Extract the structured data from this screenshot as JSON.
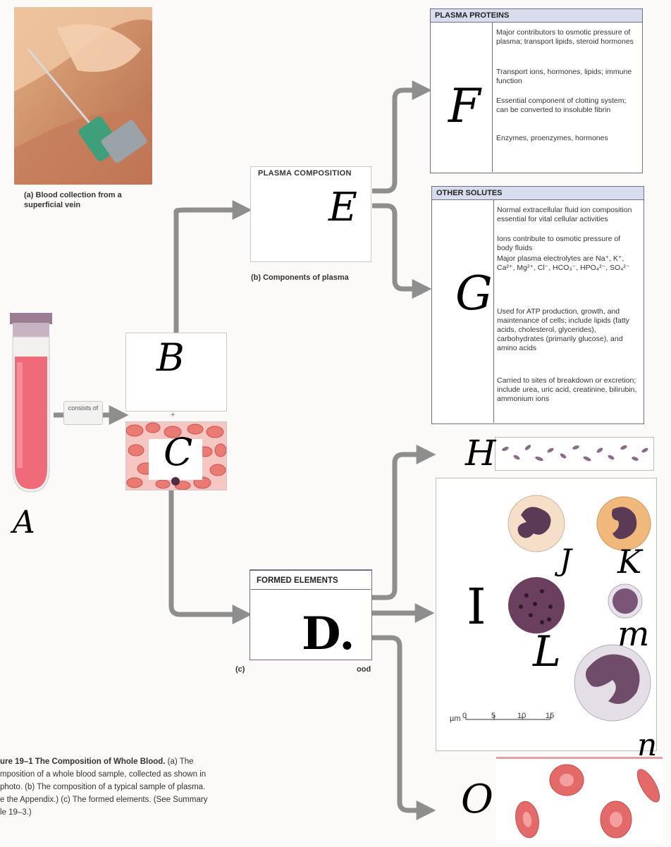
{
  "photo_caption": "(a) Blood collection from a superficial vein",
  "consists_label": "consists of",
  "plus_sign": "+",
  "plasma_composition_title": "PLASMA COMPOSITION",
  "components_caption": "(b) Components of plasma",
  "formed_elements_title": "FORMED ELEMENTS",
  "formed_caption_left": "(c)",
  "formed_caption_right": "ood",
  "plasma_proteins": {
    "title": "PLASMA PROTEINS",
    "items": [
      "Major contributors to osmotic pressure of plasma; transport lipids, steroid hormones",
      "Transport ions, hormones, lipids; immune function",
      "Essential component of clotting system; can be converted to insoluble fibrin",
      "Enzymes, proenzymes, hormones"
    ]
  },
  "other_solutes": {
    "title": "OTHER SOLUTES",
    "items": [
      "Normal extracellular fluid ion composition essential for vital cellular activities",
      "Ions contribute to osmotic pressure of body fluids",
      "Major plasma electrolytes are Na⁺, K⁺, Ca²⁺, Mg²⁺, Cl⁻, HCO₃⁻, HPO₄²⁻, SO₄²⁻",
      "Used for ATP production, growth, and maintenance of cells; include lipids (fatty acids, cholesterol, glycerides), carbohydrates (primarily glucose), and amino acids",
      "Carried to sites of breakdown or excretion; include urea, uric acid, creatinine, bilirubin, ammonium ions"
    ]
  },
  "scale": {
    "unit": "µm",
    "ticks": [
      "0",
      "5",
      "10",
      "15"
    ]
  },
  "labels": {
    "A": "A",
    "B": "B",
    "C": "C",
    "D": "D.",
    "E": "E",
    "F": "F",
    "G": "G",
    "H": "H",
    "I": "I",
    "J": "J",
    "K": "K",
    "L": "L",
    "M": "m",
    "N": "n",
    "O": "O"
  },
  "figure_caption": {
    "line1_bold": "ure 19–1   The Composition of Whole Blood.",
    "line1_rest": " (a) The",
    "line2": "mposition of a whole blood sample, collected as shown in",
    "line3": " photo. (b) The composition of a typical sample of plasma.",
    "line4": "e the Appendix.) (c) The formed elements. (See Summary",
    "line5": "le 19–3.)"
  },
  "colors": {
    "arrow": "#8e8e8e",
    "panel_header": "#d9dcec",
    "rbc": "#e46a6a",
    "tube_fill": "#ef6b7a"
  }
}
